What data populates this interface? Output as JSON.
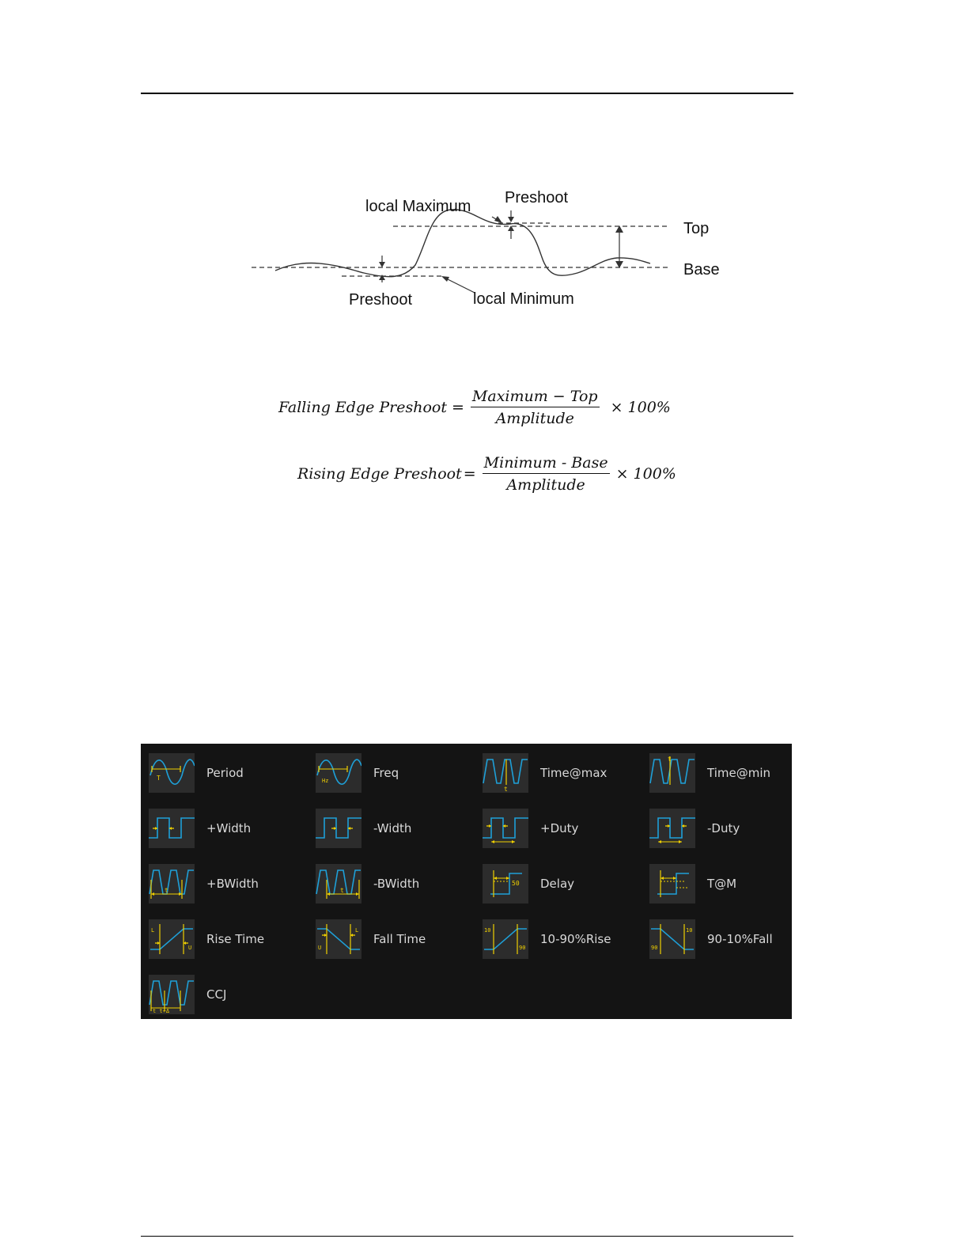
{
  "diagram": {
    "labels": {
      "local_maximum": "local Maximum",
      "preshoot_top": "Preshoot",
      "top": "Top",
      "base": "Base",
      "preshoot_bottom": "Preshoot",
      "local_minimum": "local Minimum"
    }
  },
  "equations": {
    "falling": {
      "lhs": "Falling Edge Preshoot",
      "eq": "=",
      "numerator": "Maximum − Top",
      "denominator": "Amplitude",
      "factor": "× 100%"
    },
    "rising": {
      "lhs": "Rising Edge Preshoot",
      "eq": "=",
      "numerator": "Minimum - Base",
      "denominator": "Amplitude",
      "factor": "× 100%"
    }
  },
  "measurements": {
    "colors": {
      "panel": "#141414",
      "tile": "#2c2c2c",
      "wave": "#1ea0d8",
      "marker": "#f0d000",
      "text": "#d9d9d9"
    },
    "items": [
      {
        "label": "Period",
        "icon": "period-icon"
      },
      {
        "label": "Freq",
        "icon": "freq-icon"
      },
      {
        "label": "Time@max",
        "icon": "time-at-max-icon"
      },
      {
        "label": "Time@min",
        "icon": "time-at-min-icon"
      },
      {
        "label": "+Width",
        "icon": "plus-width-icon"
      },
      {
        "label": "-Width",
        "icon": "minus-width-icon"
      },
      {
        "label": "+Duty",
        "icon": "plus-duty-icon"
      },
      {
        "label": "-Duty",
        "icon": "minus-duty-icon"
      },
      {
        "label": "+BWidth",
        "icon": "plus-bwidth-icon"
      },
      {
        "label": "-BWidth",
        "icon": "minus-bwidth-icon"
      },
      {
        "label": "Delay",
        "icon": "delay-icon"
      },
      {
        "label": "T@M",
        "icon": "t-at-m-icon"
      },
      {
        "label": "Rise Time",
        "icon": "rise-time-icon"
      },
      {
        "label": "Fall Time",
        "icon": "fall-time-icon"
      },
      {
        "label": "10-90%Rise",
        "icon": "rise-10-90-icon"
      },
      {
        "label": "90-10%Fall",
        "icon": "fall-90-10-icon"
      },
      {
        "label": "CCJ",
        "icon": "ccj-icon"
      }
    ],
    "icon_text": {
      "period": "T",
      "freq": "Hz",
      "time": "t",
      "rise_low": "L",
      "rise_high": "U",
      "pct_10": "10",
      "pct_90": "90",
      "delay": "50",
      "ccj": "t  t+Δ"
    }
  }
}
